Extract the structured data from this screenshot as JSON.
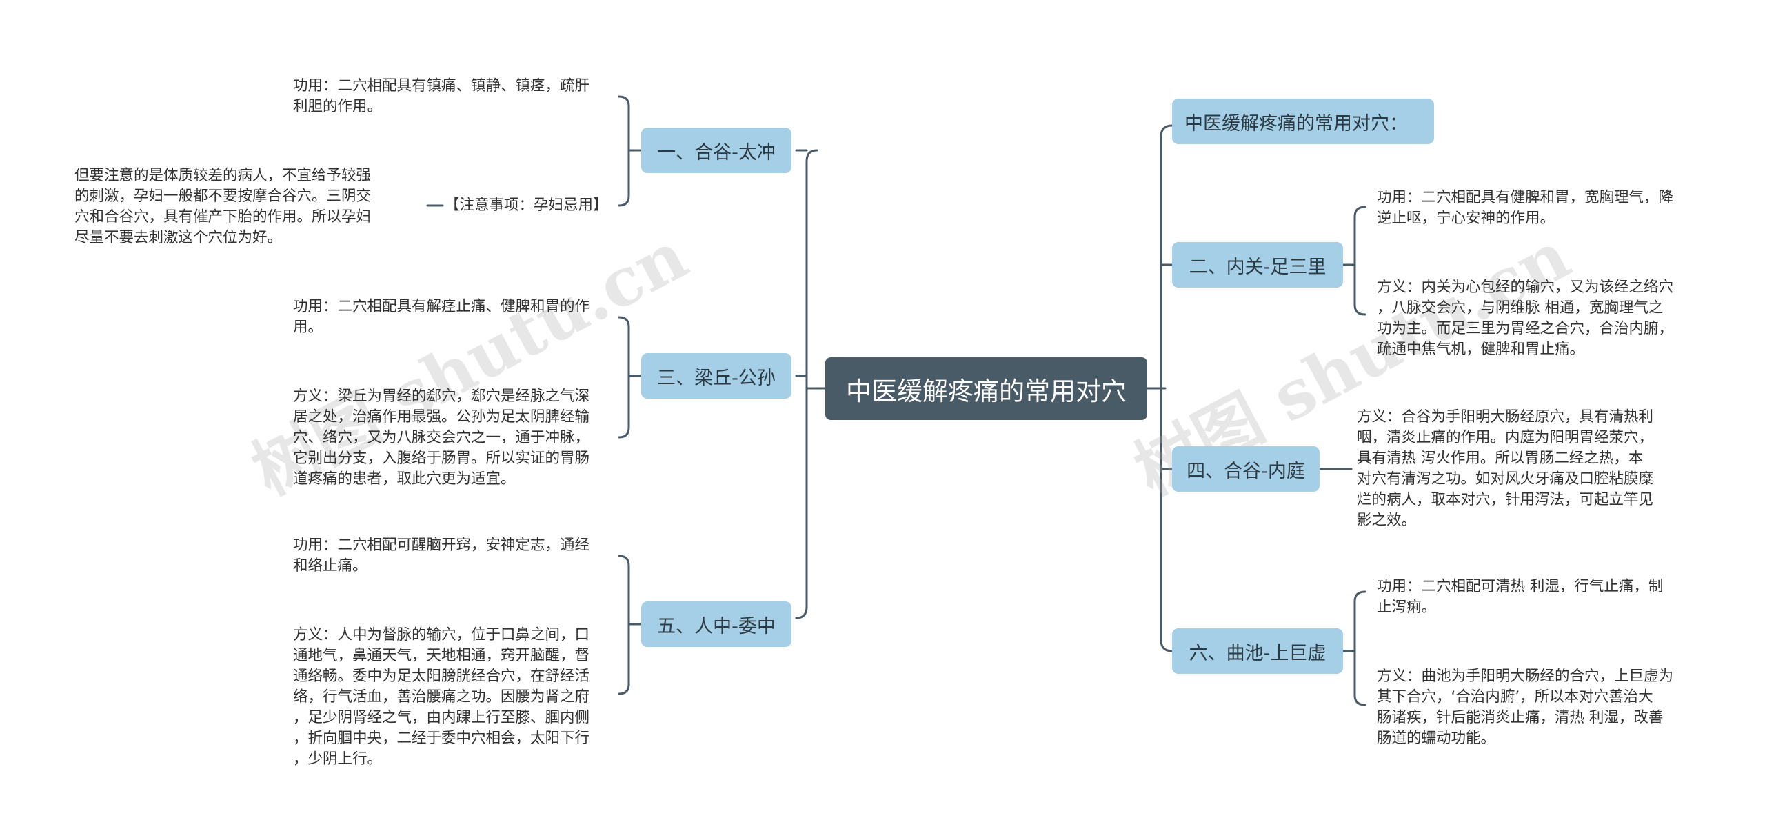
{
  "root": "中医缓解疼痛的常用对穴",
  "left": [
    {
      "title": "一、合谷-太冲",
      "effect": "功用：二穴相配具有镇痛、镇静、镇痉，疏肝\n利胆的作用。",
      "note_label": "【注意事项：孕妇忌用】",
      "note_detail": "但要注意的是体质较差的病人，不宜给予较强\n的刺激，孕妇一般都不要按摩合谷穴。三阴交\n穴和合谷穴，具有催产下胎的作用。所以孕妇\n尽量不要去刺激这个穴位为好。"
    },
    {
      "title": "三、梁丘-公孙",
      "effect": "功用：二穴相配具有解痉止痛、健脾和胃的作\n用。",
      "meaning": "方义：梁丘为胃经的郄穴，郄穴是经脉之气深\n居之处，治痛作用最强。公孙为足太阴脾经输\n穴、络穴，又为八脉交会穴之一，通于冲脉，\n它别出分支，入腹络于肠胃。所以实证的胃肠\n道疼痛的患者，取此穴更为适宜。"
    },
    {
      "title": "五、人中-委中",
      "effect": "功用：二穴相配可醒脑开窍，安神定志，通经\n和络止痛。",
      "meaning": "方义：人中为督脉的输穴，位于口鼻之间，口\n通地气，鼻通天气，天地相通，窍开脑醒，督\n通络畅。委中为足太阳膀胱经合穴，在舒经活\n络，行气活血，善治腰痛之功。因腰为肾之府\n，足少阴肾经之气，由内踝上行至膝、腘内侧\n，折向腘中央，二经于委中穴相会，太阳下行\n，少阴上行。"
    }
  ],
  "right": [
    {
      "title": "中医缓解疼痛的常用对穴："
    },
    {
      "title": "二、内关-足三里",
      "effect": "功用：二穴相配具有健脾和胃，宽胸理气，降\n逆止呕，宁心安神的作用。",
      "meaning": "方义：内关为心包经的输穴，又为该经之络穴\n，八脉交会穴，与阴维脉 相通，宽胸理气之\n功为主。而足三里为胃经之合穴，合治内腑，\n疏通中焦气机，健脾和胃止痛。"
    },
    {
      "title": "四、合谷-内庭",
      "meaning": "方义：合谷为手阳明大肠经原穴，具有清热利\n咽，清炎止痛的作用。内庭为阳明胃经荥穴，\n具有清热 泻火作用。所以胃肠二经之热，本\n对穴有清泻之功。如对风火牙痛及口腔粘膜糜\n烂的病人，取本对穴，针用泻法，可起立竿见\n影之效。"
    },
    {
      "title": "六、曲池-上巨虚",
      "effect": "功用：二穴相配可清热 利湿，行气止痛，制\n止泻痢。",
      "meaning": "方义：曲池为手阳明大肠经的合穴，上巨虚为\n其下合穴，‘合治内腑’，所以本对穴善治大\n肠诸疾，针后能消炎止痛，清热 利湿，改善\n肠道的蠕动功能。"
    }
  ],
  "watermarks": [
    "树图 shutu.cn",
    "树图 shutu.cn"
  ],
  "colors": {
    "root_bg": "#4a5b68",
    "topic_bg": "#a4cfe6",
    "line": "#4a5b68",
    "text": "#333333"
  }
}
